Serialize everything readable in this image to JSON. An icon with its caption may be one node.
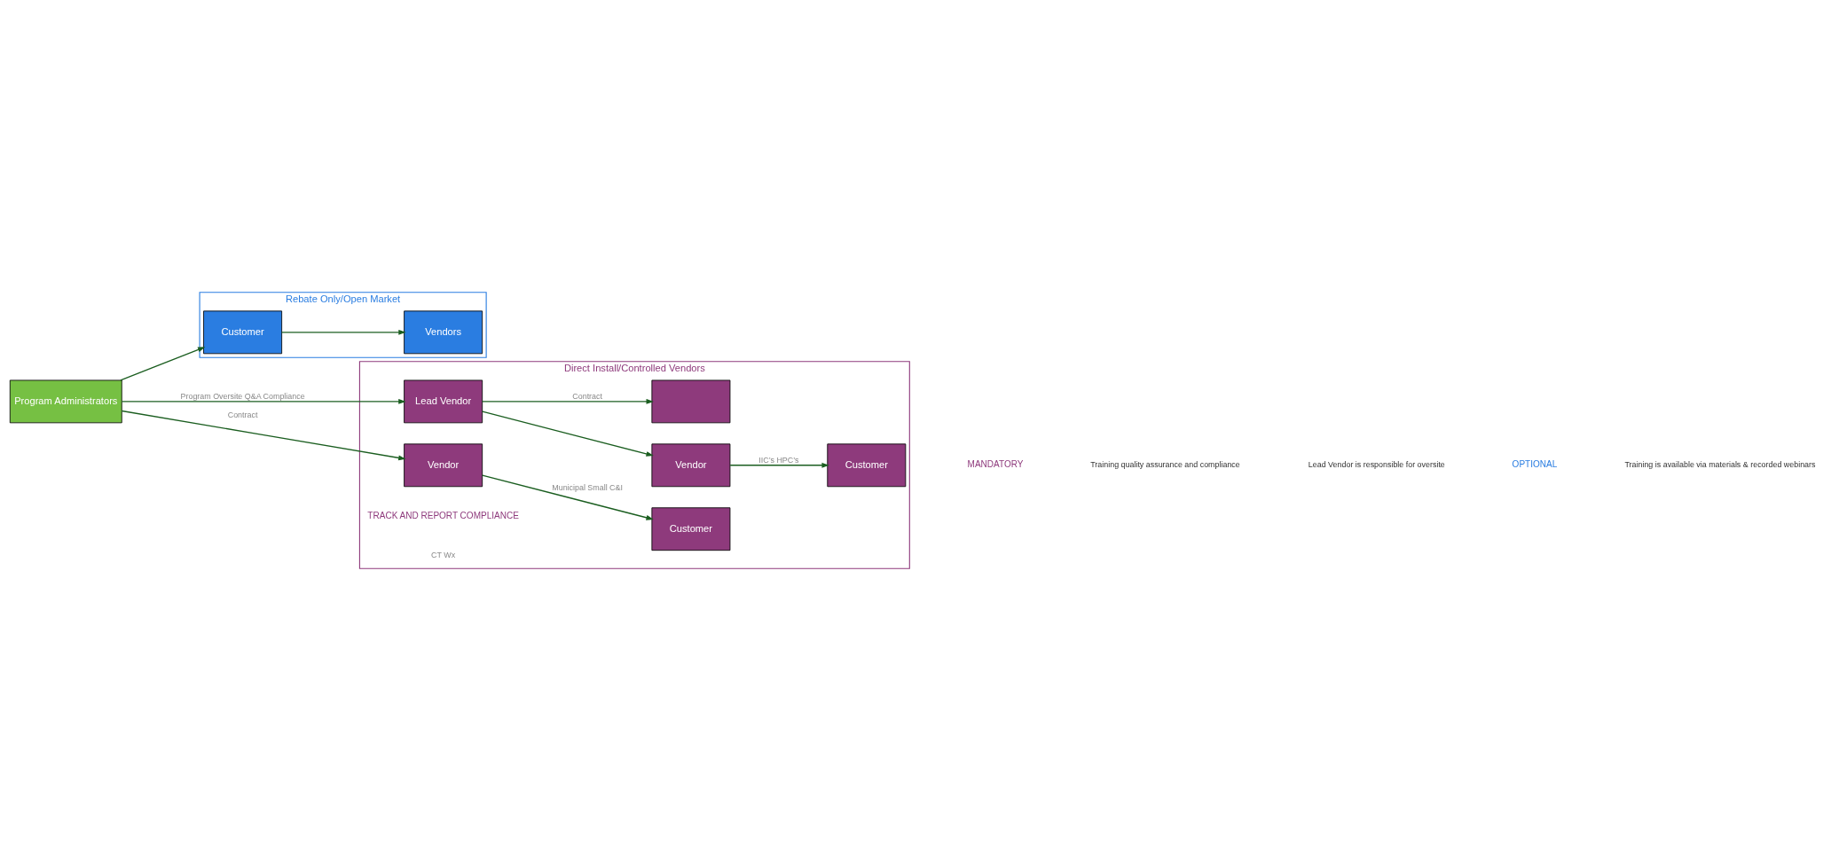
{
  "diagram": {
    "nodes": [
      {
        "text": [
          "Program Administrators"
        ]
      },
      {
        "text": [
          "Direct Install/Controlled Vendors"
        ]
      },
      {
        "text": [
          "Lead Vendor"
        ],
        "in": 1
      },
      {
        "text": [
          "Vendor"
        ],
        "in": 1
      },
      {
        "text": [
          "Customer"
        ],
        "in": 1
      },
      {
        "text": [],
        "shape": "box",
        "in": 1
      },
      {
        "text": [
          "Vendor"
        ],
        "in": 1
      },
      {
        "text": [
          "Customer"
        ],
        "in": 1
      },
      {
        "text": [
          "Rebate Only/Open Market"
        ]
      },
      {
        "text": [
          "Customer"
        ],
        "in": 8
      },
      {
        "text": [
          "Vendors"
        ],
        "in": 8
      }
    ],
    "edges": [
      {
        "from": 0,
        "to": 2,
        "arrow": "to",
        "label": "Program Oversite Q&A Compliance"
      },
      {
        "from": 2,
        "to": 3,
        "arrow": "to"
      },
      {
        "from": 3,
        "to": 4,
        "arrow": "to",
        "label": "IIC’s HPC’s"
      },
      {
        "from": 2,
        "to": 5,
        "arrow": "to",
        "label": "Contract"
      },
      {
        "from": 0,
        "to": 6,
        "arrow": "to",
        "label": "Contract"
      },
      {
        "from": 6,
        "to": 7,
        "arrow": "to",
        "label": "Municipal Small C&I"
      },
      {
        "from": 0,
        "to": 9,
        "arrow": "to"
      },
      {
        "from": 9,
        "to": 10,
        "arrow": "to"
      }
    ],
    "labels": [
      "TRACK AND REPORT COMPLIANCE",
      "CT Wx",
      "MANDATORY",
      "Training quality assurance and compliance",
      "Lead Vendor is responsible for oversite",
      "OPTIONAL",
      "Training is available via materials & recorded webinars"
    ]
  }
}
